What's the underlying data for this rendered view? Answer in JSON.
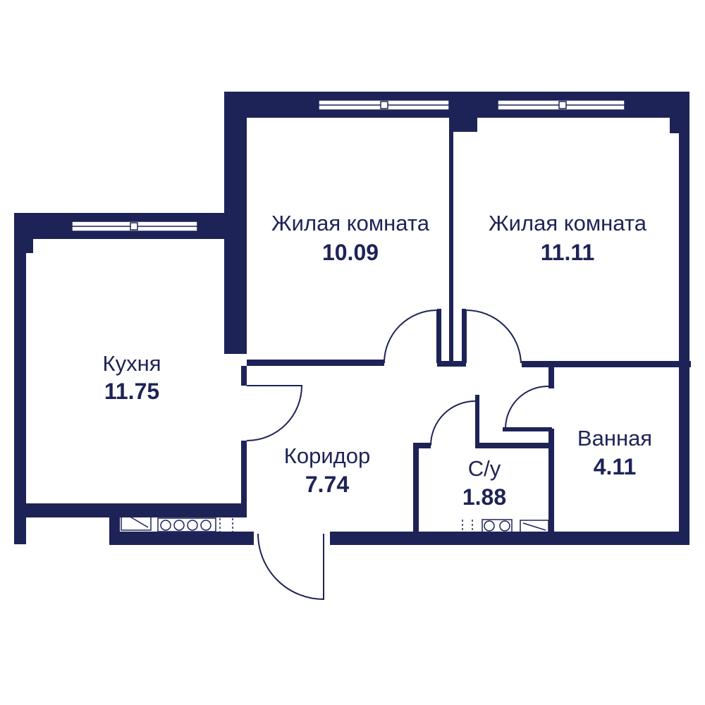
{
  "colors": {
    "wall": "#1e2357",
    "background": "#ffffff"
  },
  "rooms": {
    "living1": {
      "name": "Жилая комната",
      "area": "10.09"
    },
    "living2": {
      "name": "Жилая комната",
      "area": "11.11"
    },
    "kitchen": {
      "name": "Кухня",
      "area": "11.75"
    },
    "corridor": {
      "name": "Коридор",
      "area": "7.74"
    },
    "wc": {
      "name": "С/у",
      "area": "1.88"
    },
    "bathroom": {
      "name": "Ванная",
      "area": "4.11"
    }
  }
}
